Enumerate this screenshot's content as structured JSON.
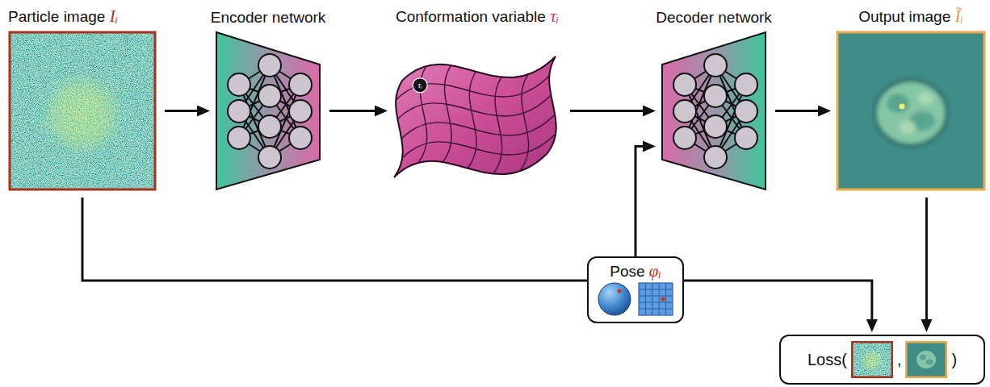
{
  "diagram": {
    "nodes": [
      {
        "text": [
          "Particle image Iᵢ"
        ]
      },
      {
        "text": [
          "Encoder network"
        ]
      },
      {
        "text": [
          "Conformation variable τᵢ"
        ]
      },
      {
        "text": [
          "Decoder network"
        ]
      },
      {
        "text": [
          "Output image Ĩᵢ"
        ]
      },
      {
        "text": [
          "Pose φᵢ"
        ]
      },
      {
        "text": [
          "Loss(",
          ",",
          ")"
        ]
      }
    ],
    "edges": [
      {
        "from": 0,
        "to": 1,
        "arrow": "to"
      },
      {
        "from": 1,
        "to": 2,
        "arrow": "to"
      },
      {
        "from": 2,
        "to": 3,
        "arrow": "to"
      },
      {
        "from": 5,
        "to": 3,
        "arrow": "to"
      },
      {
        "from": 3,
        "to": 4,
        "arrow": "to"
      },
      {
        "from": 0,
        "to": 6,
        "arrow": "to"
      },
      {
        "from": 4,
        "to": 6,
        "arrow": "to"
      }
    ],
    "labels": [
      "τᵢ"
    ]
  }
}
